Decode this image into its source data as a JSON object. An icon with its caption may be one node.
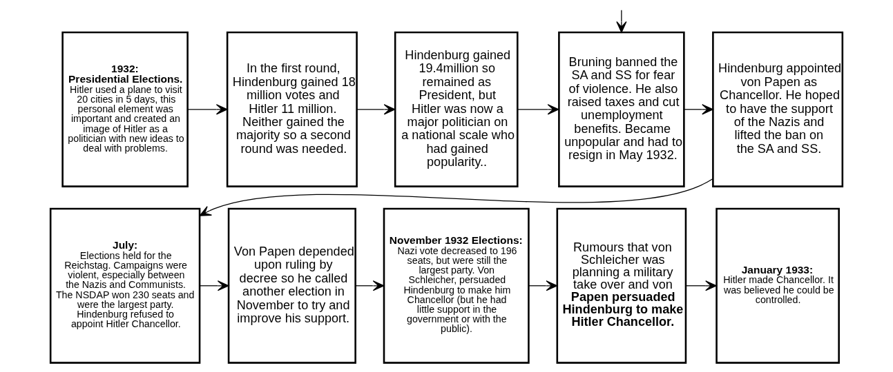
{
  "diagram": {
    "nodes": [
      {
        "text": [
          "1932:",
          "Presidential Elections.",
          "Hitler used a plane to visit 20 cities in 5 days, this personal element was important and created an image of Hitler as a politician with new ideas to deal with problems."
        ]
      },
      {
        "text": [
          "In the first round, Hindenburg gained 18 million votes and Hitler 11 million. Neither gained the majority so a second round was needed."
        ]
      },
      {
        "text": [
          "Hindenburg gained 19.4million so remained as President, but Hitler was now a major politician on a national scale who had gained popularity.."
        ]
      },
      {
        "text": [
          "Bruning banned the SA and SS for fear of violence. He also raised taxes and cut unemployment benefits. Became unpopular and had to resign in May 1932."
        ]
      },
      {
        "text": [
          "Hindenburg appointed von Papen as Chancellor. He hoped to have the support of the Nazis and lifted the ban on the SA and SS."
        ]
      },
      {
        "text": [
          "July:",
          "Elections held for the Reichstag. Campaigns were violent, especially between the Nazis and Communists. The NSDAP won 230 seats and were the largest party. Hindenburg refused to appoint Hitler Chancellor."
        ]
      },
      {
        "text": [
          "Von Papen depended upon ruling by decree so he called another election in November to try and improve his support."
        ]
      },
      {
        "text": [
          "November 1932 Elections:",
          "Nazi vote decreased to 196 seats, but were still the largest party. Von Schleicher, persuaded Hindenburg to make him Chancellor (but he had little support in the government or with the public)."
        ]
      },
      {
        "text": [
          "Rumours that von Schleicher was planning a military take over and von **Papen persuaded Hindenburg to make Hitler Chancellor.**"
        ]
      },
      {
        "text": [
          "January 1933:",
          "Hitler made Chancellor. It was believed he could be controlled."
        ]
      }
    ],
    "edges": [
      {
        "from": null,
        "to": 3,
        "arrow": "to"
      },
      {
        "from": 0,
        "to": 1,
        "arrow": "to"
      },
      {
        "from": 1,
        "to": 2,
        "arrow": "to"
      },
      {
        "from": 2,
        "to": 3,
        "arrow": "to"
      },
      {
        "from": 3,
        "to": 4,
        "arrow": "to"
      },
      {
        "from": 4,
        "to": 5,
        "arrow": "to"
      },
      {
        "from": 5,
        "to": 6,
        "arrow": "to"
      },
      {
        "from": 6,
        "to": 7,
        "arrow": "to"
      },
      {
        "from": 7,
        "to": 8,
        "arrow": "to"
      },
      {
        "from": 8,
        "to": 9,
        "arrow": "to"
      }
    ]
  }
}
